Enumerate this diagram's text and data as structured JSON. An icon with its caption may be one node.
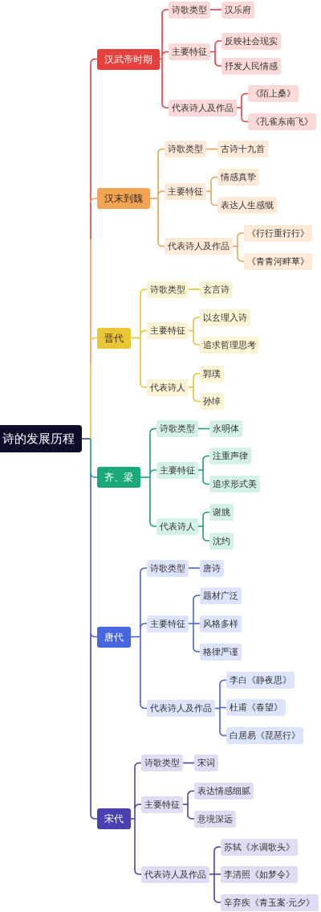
{
  "diagram": {
    "nodes": [
      {
        "text": [
          "诗的发展历程"
        ]
      },
      {
        "text": [
          "汉武帝时期"
        ]
      },
      {
        "text": [
          "诗歌类型"
        ]
      },
      {
        "text": [
          "汉乐府"
        ]
      },
      {
        "text": [
          "主要特征"
        ]
      },
      {
        "text": [
          "反映社会现实"
        ]
      },
      {
        "text": [
          "抒发人民情感"
        ]
      },
      {
        "text": [
          "代表诗人及作品"
        ]
      },
      {
        "text": [
          "《陌上桑》"
        ]
      },
      {
        "text": [
          "《孔雀东南飞》"
        ]
      },
      {
        "text": [
          "汉末到魏"
        ]
      },
      {
        "text": [
          "诗歌类型"
        ]
      },
      {
        "text": [
          "古诗十九首"
        ]
      },
      {
        "text": [
          "主要特征"
        ]
      },
      {
        "text": [
          "情感真挚"
        ]
      },
      {
        "text": [
          "表达人生感慨"
        ]
      },
      {
        "text": [
          "代表诗人及作品"
        ]
      },
      {
        "text": [
          "《行行重行行》"
        ]
      },
      {
        "text": [
          "《青青河畔草》"
        ]
      },
      {
        "text": [
          "晋代"
        ]
      },
      {
        "text": [
          "诗歌类型"
        ]
      },
      {
        "text": [
          "玄言诗"
        ]
      },
      {
        "text": [
          "主要特征"
        ]
      },
      {
        "text": [
          "以玄理入诗"
        ]
      },
      {
        "text": [
          "追求哲理思考"
        ]
      },
      {
        "text": [
          "代表诗人"
        ]
      },
      {
        "text": [
          "郭璞"
        ]
      },
      {
        "text": [
          "孙绰"
        ]
      },
      {
        "text": [
          "齐、梁"
        ]
      },
      {
        "text": [
          "诗歌类型"
        ]
      },
      {
        "text": [
          "永明体"
        ]
      },
      {
        "text": [
          "主要特征"
        ]
      },
      {
        "text": [
          "注重声律"
        ]
      },
      {
        "text": [
          "追求形式美"
        ]
      },
      {
        "text": [
          "代表诗人"
        ]
      },
      {
        "text": [
          "谢朓"
        ]
      },
      {
        "text": [
          "沈约"
        ]
      },
      {
        "text": [
          "唐代"
        ]
      },
      {
        "text": [
          "诗歌类型"
        ]
      },
      {
        "text": [
          "唐诗"
        ]
      },
      {
        "text": [
          "主要特征"
        ]
      },
      {
        "text": [
          "题材广泛"
        ]
      },
      {
        "text": [
          "风格多样"
        ]
      },
      {
        "text": [
          "格律严谨"
        ]
      },
      {
        "text": [
          "代表诗人及作品"
        ]
      },
      {
        "text": [
          "李白《静夜思》"
        ]
      },
      {
        "text": [
          "杜甫《春望》"
        ]
      },
      {
        "text": [
          "白居易《琵琶行》"
        ]
      },
      {
        "text": [
          "宋代"
        ]
      },
      {
        "text": [
          "诗歌类型"
        ]
      },
      {
        "text": [
          "宋词"
        ]
      },
      {
        "text": [
          "主要特征"
        ]
      },
      {
        "text": [
          "表达情感细腻"
        ]
      },
      {
        "text": [
          "意境深远"
        ]
      },
      {
        "text": [
          "代表诗人及作品"
        ]
      },
      {
        "text": [
          "苏轼《水调歌头》"
        ]
      },
      {
        "text": [
          "李清照《如梦令》"
        ]
      },
      {
        "text": [
          "辛弃疾《青玉案·元夕》"
        ]
      }
    ],
    "edges": [
      {
        "from": 0,
        "to": 1,
        "arrow": "none",
        "color": "#e0413b"
      },
      {
        "from": 1,
        "to": 2,
        "arrow": "none",
        "color": "#e0413b"
      },
      {
        "from": 2,
        "to": 3,
        "arrow": "none",
        "color": "#e0413b"
      },
      {
        "from": 1,
        "to": 4,
        "arrow": "none",
        "color": "#e0413b"
      },
      {
        "from": 4,
        "to": 5,
        "arrow": "none",
        "color": "#e0413b"
      },
      {
        "from": 4,
        "to": 6,
        "arrow": "none",
        "color": "#e0413b"
      },
      {
        "from": 1,
        "to": 7,
        "arrow": "none",
        "color": "#e0413b"
      },
      {
        "from": 7,
        "to": 8,
        "arrow": "none",
        "color": "#e0413b"
      },
      {
        "from": 7,
        "to": 9,
        "arrow": "none",
        "color": "#e0413b"
      },
      {
        "from": 0,
        "to": 10,
        "arrow": "none",
        "color": "#eea152"
      },
      {
        "from": 10,
        "to": 11,
        "arrow": "none",
        "color": "#eea152"
      },
      {
        "from": 11,
        "to": 12,
        "arrow": "none",
        "color": "#eea152"
      },
      {
        "from": 10,
        "to": 13,
        "arrow": "none",
        "color": "#eea152"
      },
      {
        "from": 13,
        "to": 14,
        "arrow": "none",
        "color": "#eea152"
      },
      {
        "from": 13,
        "to": 15,
        "arrow": "none",
        "color": "#eea152"
      },
      {
        "from": 10,
        "to": 16,
        "arrow": "none",
        "color": "#eea152"
      },
      {
        "from": 16,
        "to": 17,
        "arrow": "none",
        "color": "#eea152"
      },
      {
        "from": 16,
        "to": 18,
        "arrow": "none",
        "color": "#eea152"
      },
      {
        "from": 0,
        "to": 19,
        "arrow": "none",
        "color": "#e6c432"
      },
      {
        "from": 19,
        "to": 20,
        "arrow": "none",
        "color": "#e6c432"
      },
      {
        "from": 20,
        "to": 21,
        "arrow": "none",
        "color": "#e6c432"
      },
      {
        "from": 19,
        "to": 22,
        "arrow": "none",
        "color": "#e6c432"
      },
      {
        "from": 22,
        "to": 23,
        "arrow": "none",
        "color": "#e6c432"
      },
      {
        "from": 22,
        "to": 24,
        "arrow": "none",
        "color": "#e6c432"
      },
      {
        "from": 19,
        "to": 25,
        "arrow": "none",
        "color": "#e6c432"
      },
      {
        "from": 25,
        "to": 26,
        "arrow": "none",
        "color": "#e6c432"
      },
      {
        "from": 25,
        "to": 27,
        "arrow": "none",
        "color": "#e6c432"
      },
      {
        "from": 0,
        "to": 28,
        "arrow": "none",
        "color": "#1c9e72"
      },
      {
        "from": 28,
        "to": 29,
        "arrow": "none",
        "color": "#1c9e72"
      },
      {
        "from": 29,
        "to": 30,
        "arrow": "none",
        "color": "#1c9e72"
      },
      {
        "from": 28,
        "to": 31,
        "arrow": "none",
        "color": "#1c9e72"
      },
      {
        "from": 31,
        "to": 32,
        "arrow": "none",
        "color": "#1c9e72"
      },
      {
        "from": 31,
        "to": 33,
        "arrow": "none",
        "color": "#1c9e72"
      },
      {
        "from": 28,
        "to": 34,
        "arrow": "none",
        "color": "#1c9e72"
      },
      {
        "from": 34,
        "to": 35,
        "arrow": "none",
        "color": "#1c9e72"
      },
      {
        "from": 34,
        "to": 36,
        "arrow": "none",
        "color": "#1c9e72"
      },
      {
        "from": 0,
        "to": 37,
        "arrow": "none",
        "color": "#4a62d6"
      },
      {
        "from": 37,
        "to": 38,
        "arrow": "none",
        "color": "#4a62d6"
      },
      {
        "from": 38,
        "to": 39,
        "arrow": "none",
        "color": "#4a62d6"
      },
      {
        "from": 37,
        "to": 40,
        "arrow": "none",
        "color": "#4a62d6"
      },
      {
        "from": 40,
        "to": 41,
        "arrow": "none",
        "color": "#4a62d6"
      },
      {
        "from": 40,
        "to": 42,
        "arrow": "none",
        "color": "#4a62d6"
      },
      {
        "from": 40,
        "to": 43,
        "arrow": "none",
        "color": "#4a62d6"
      },
      {
        "from": 37,
        "to": 44,
        "arrow": "none",
        "color": "#4a62d6"
      },
      {
        "from": 44,
        "to": 45,
        "arrow": "none",
        "color": "#4a62d6"
      },
      {
        "from": 44,
        "to": 46,
        "arrow": "none",
        "color": "#4a62d6"
      },
      {
        "from": 44,
        "to": 47,
        "arrow": "none",
        "color": "#4a62d6"
      },
      {
        "from": 0,
        "to": 48,
        "arrow": "none",
        "color": "#4a40a8"
      },
      {
        "from": 48,
        "to": 49,
        "arrow": "none",
        "color": "#4a40a8"
      },
      {
        "from": 49,
        "to": 50,
        "arrow": "none",
        "color": "#4a40a8"
      },
      {
        "from": 48,
        "to": 51,
        "arrow": "none",
        "color": "#4a40a8"
      },
      {
        "from": 51,
        "to": 52,
        "arrow": "none",
        "color": "#4a40a8"
      },
      {
        "from": 51,
        "to": 53,
        "arrow": "none",
        "color": "#4a40a8"
      },
      {
        "from": 48,
        "to": 54,
        "arrow": "none",
        "color": "#4a40a8"
      },
      {
        "from": 54,
        "to": 55,
        "arrow": "none",
        "color": "#4a40a8"
      },
      {
        "from": 54,
        "to": 56,
        "arrow": "none",
        "color": "#4a40a8"
      },
      {
        "from": 54,
        "to": 57,
        "arrow": "none",
        "color": "#4a40a8"
      }
    ]
  }
}
